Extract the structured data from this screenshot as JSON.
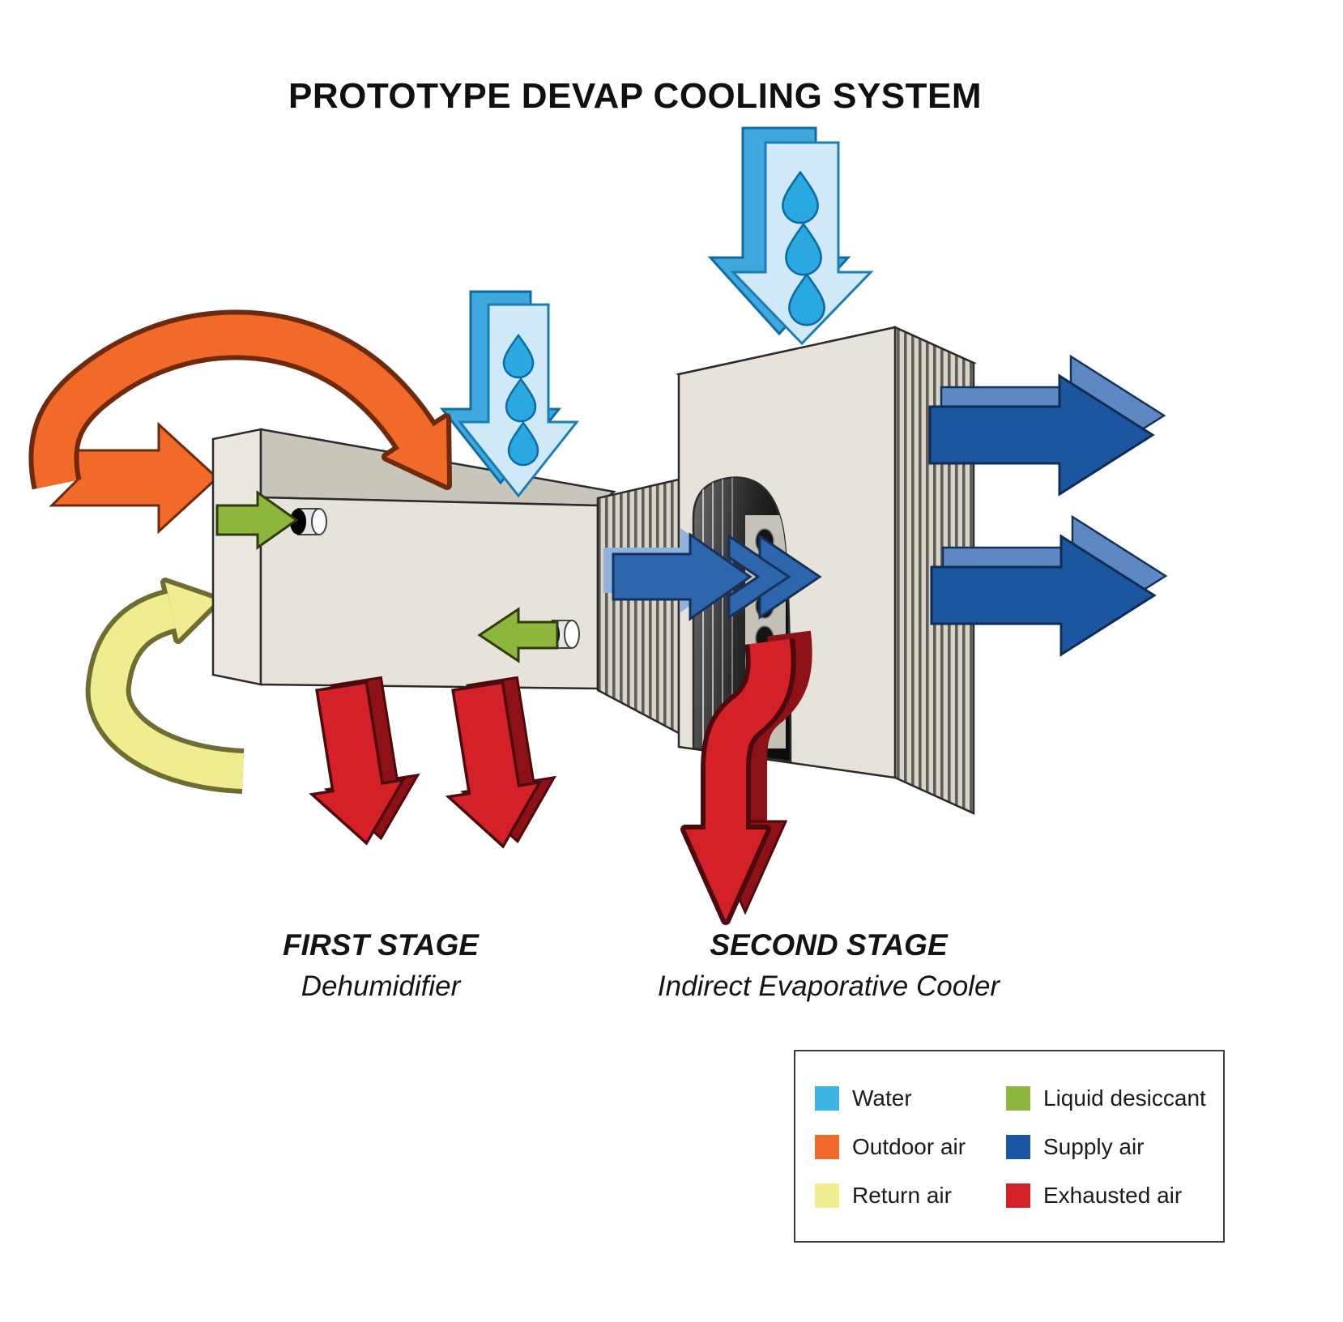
{
  "title": "PROTOTYPE DEVAP COOLING SYSTEM",
  "stages": {
    "first": {
      "title": "FIRST STAGE",
      "subtitle": "Dehumidifier"
    },
    "second": {
      "title": "SECOND STAGE",
      "subtitle": "Indirect Evaporative Cooler"
    }
  },
  "legend": {
    "items": [
      {
        "label": "Water",
        "color": "#3cb4e8"
      },
      {
        "label": "Liquid desiccant",
        "color": "#8cb63c"
      },
      {
        "label": "Outdoor air",
        "color": "#f26a2a"
      },
      {
        "label": "Supply air",
        "color": "#1d56a0"
      },
      {
        "label": "Return air",
        "color": "#f0ec8f"
      },
      {
        "label": "Exhausted air",
        "color": "#d42127"
      }
    ]
  },
  "diagram_colors": {
    "water": "#3cb4e8",
    "water_light": "#cfe9f8",
    "outdoor_air": "#f26a2a",
    "return_air": "#f0ec8f",
    "liquid_desiccant": "#8cb63c",
    "supply_air": "#1d56a0",
    "exhausted_air": "#d42127",
    "cabinet": "#e7e3da"
  }
}
